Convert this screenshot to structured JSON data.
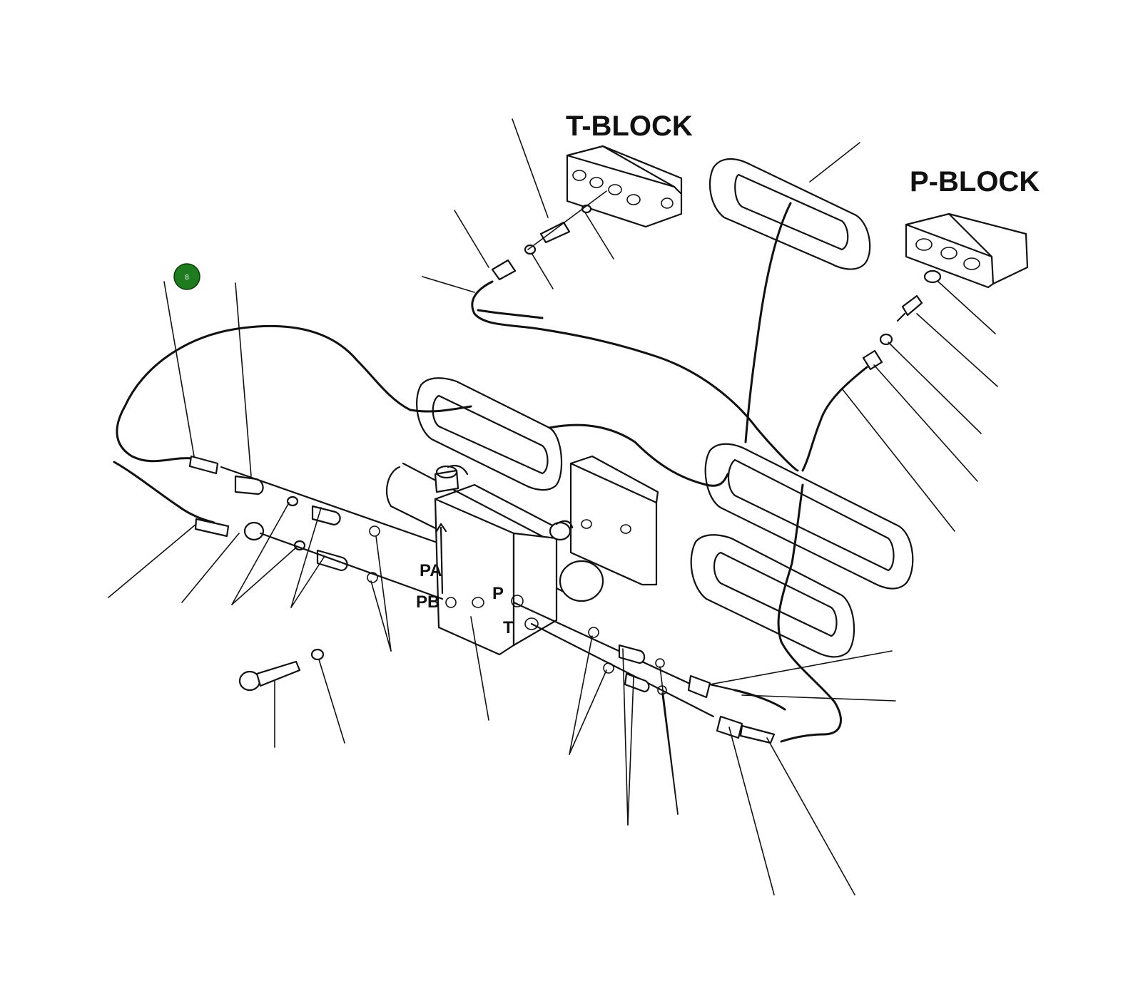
{
  "labels": {
    "t_block": "T-BLOCK",
    "p_block": "P-BLOCK",
    "port_pa": "PA",
    "port_pb": "PB",
    "port_p": "P",
    "port_t": "T"
  },
  "callout": {
    "number": "8",
    "color": "#1e7b1e"
  },
  "colors": {
    "line": "#111111",
    "background": "#ffffff"
  }
}
